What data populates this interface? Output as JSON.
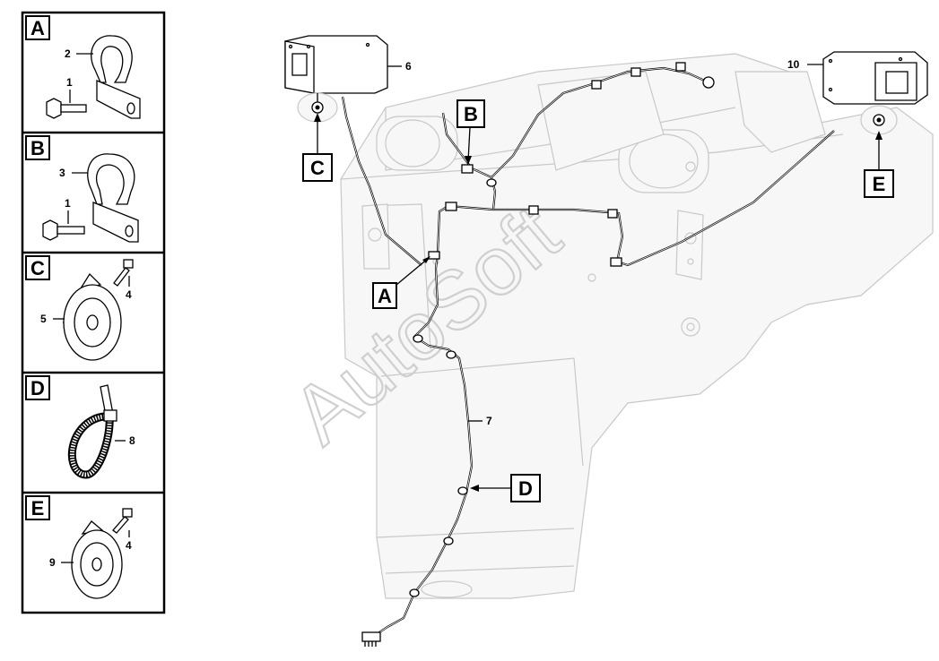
{
  "legend_panels": [
    {
      "label": "A",
      "parts": [
        "2",
        "1"
      ]
    },
    {
      "label": "B",
      "parts": [
        "3",
        "1"
      ]
    },
    {
      "label": "C",
      "parts": [
        "4",
        "5"
      ]
    },
    {
      "label": "D",
      "parts": [
        "8"
      ]
    },
    {
      "label": "E",
      "parts": [
        "4",
        "9"
      ]
    }
  ],
  "main_callouts": {
    "work_light_left": "6",
    "work_light_right": "10",
    "cable_harness": "7"
  },
  "detail_markers": [
    "A",
    "B",
    "C",
    "D",
    "E"
  ],
  "watermark": "AutoSoft"
}
